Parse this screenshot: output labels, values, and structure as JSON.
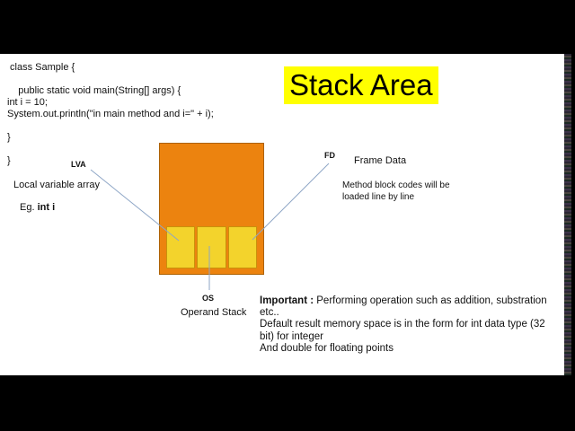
{
  "colors": {
    "orange": "#ec830f",
    "cellyellow": "#f3d32c",
    "highlight": "#ffff00",
    "line": "#8ea6c6"
  },
  "title": {
    "text": "Stack Area"
  },
  "code": {
    "lines": [
      " class Sample {",
      "",
      "    public static void main(String[] args) {",
      "int i = 10;",
      "System.out.println(\"in main method and i=\" + i);",
      "",
      "}",
      "",
      "}"
    ]
  },
  "diagram": {
    "lva_abbr": "LVA",
    "lva_label": "Local variable array",
    "eg_prefix": "Eg. ",
    "eg_value": "int i",
    "fd_abbr": "FD",
    "fd_label": "Frame Data",
    "fd_note": "Method block codes will be loaded line by line",
    "os_abbr": "OS",
    "os_label": "Operand Stack"
  },
  "important": {
    "label": "Important :",
    "first_line_rest": " Performing operation such as addition, substration",
    "lines": [
      "etc..",
      "Default result memory space is in the form for int data type (32",
      "bit) for integer",
      "And double for floating points"
    ]
  }
}
